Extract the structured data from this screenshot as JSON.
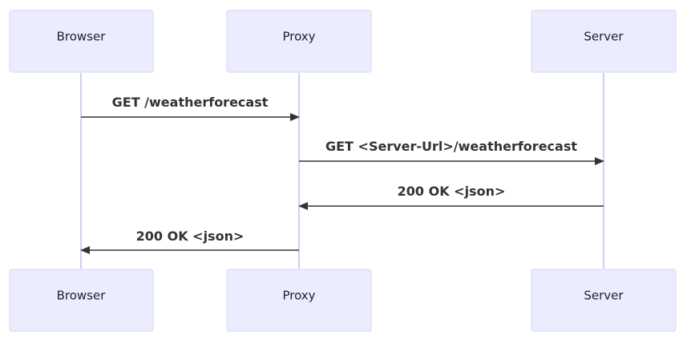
{
  "participants": [
    {
      "id": "browser",
      "label": "Browser"
    },
    {
      "id": "proxy",
      "label": "Proxy"
    },
    {
      "id": "server",
      "label": "Server"
    }
  ],
  "messages": [
    {
      "from": "browser",
      "to": "proxy",
      "label": "GET /weatherforecast"
    },
    {
      "from": "proxy",
      "to": "server",
      "label": "GET <Server-Url>/weatherforecast"
    },
    {
      "from": "server",
      "to": "proxy",
      "label": "200 OK <json>"
    },
    {
      "from": "proxy",
      "to": "browser",
      "label": "200 OK <json>"
    }
  ],
  "colors": {
    "actor_fill": "#ececff",
    "actor_stroke": "#d6d6f6",
    "lifeline": "#d2cef2",
    "message": "#333333"
  }
}
